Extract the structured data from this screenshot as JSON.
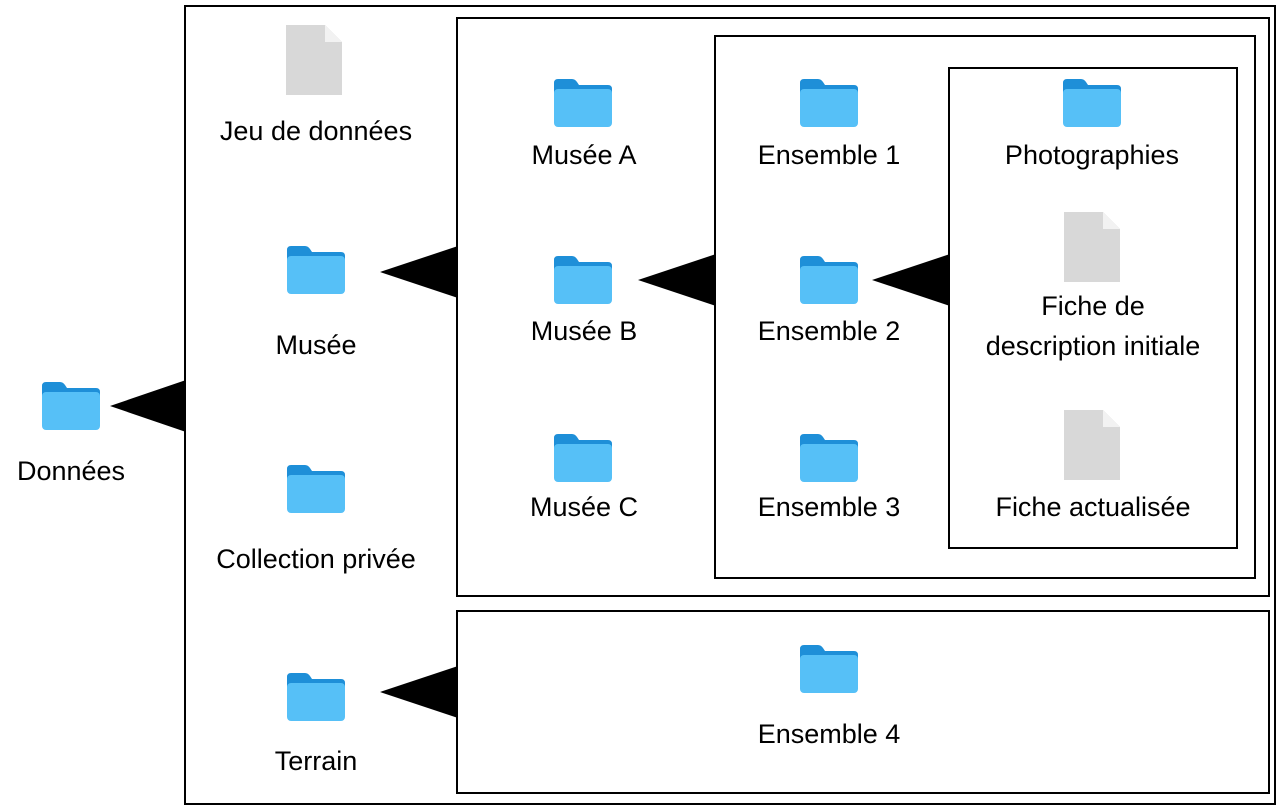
{
  "colors": {
    "folder_back": "#1e8fd8",
    "folder_front": "#56c0f7",
    "document": "#d8d8d8",
    "document_fold": "#f2f2f2",
    "border": "#000000"
  },
  "root": {
    "label": "Données",
    "icon": "folder-icon"
  },
  "level1": {
    "dataset": {
      "label": "Jeu de données",
      "icon": "document-icon"
    },
    "museum": {
      "label": "Musée",
      "icon": "folder-icon"
    },
    "private_collection": {
      "label": "Collection privée",
      "icon": "folder-icon"
    },
    "field": {
      "label": "Terrain",
      "icon": "folder-icon"
    }
  },
  "museums": {
    "a": {
      "label": "Musée A",
      "icon": "folder-icon"
    },
    "b": {
      "label": "Musée B",
      "icon": "folder-icon"
    },
    "c": {
      "label": "Musée C",
      "icon": "folder-icon"
    }
  },
  "sets": {
    "s1": {
      "label": "Ensemble 1",
      "icon": "folder-icon"
    },
    "s2": {
      "label": "Ensemble 2",
      "icon": "folder-icon"
    },
    "s3": {
      "label": "Ensemble 3",
      "icon": "folder-icon"
    }
  },
  "set_contents": {
    "photos": {
      "label": "Photographies",
      "icon": "folder-icon"
    },
    "initial_sheet": {
      "label_line1": "Fiche de",
      "label_line2": "description initiale",
      "icon": "document-icon"
    },
    "updated_sheet": {
      "label": "Fiche actualisée",
      "icon": "document-icon"
    }
  },
  "field_contents": {
    "s4": {
      "label": "Ensemble 4",
      "icon": "folder-icon"
    }
  }
}
